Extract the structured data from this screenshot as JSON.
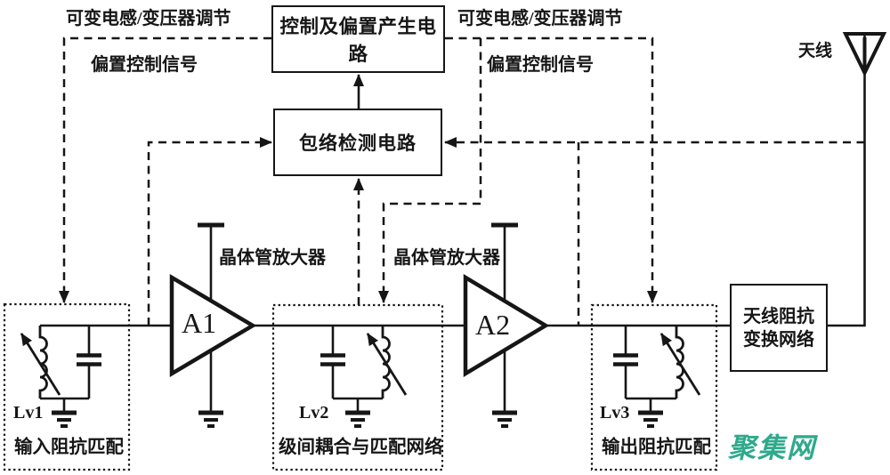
{
  "labels": {
    "tuning_left": "可变电感/变压器调节",
    "tuning_right": "可变电感/变压器调节",
    "bias_signal_left": "偏置控制信号",
    "bias_signal_right": "偏置控制信号",
    "antenna": "天线",
    "transistor_amp_1": "晶体管放大器",
    "transistor_amp_2": "晶体管放大器",
    "amp1": "A1",
    "amp2": "A2",
    "inductor1": "Lv1",
    "inductor2": "Lv2",
    "inductor3": "Lv3",
    "input_matching": "输入阻抗匹配",
    "interstage_matching": "级间耦合与匹配网络",
    "output_matching": "输出阻抗匹配"
  },
  "blocks": {
    "control_bias": "控制及偏置产生电路",
    "envelope_detector": "包络检测电路",
    "antenna_transform_line1": "天线阻抗",
    "antenna_transform_line2": "变换网络"
  },
  "watermark": {
    "text": "聚集网",
    "color": "#2fa98c"
  },
  "colors": {
    "line": "#161616",
    "background": "#ffffff"
  }
}
